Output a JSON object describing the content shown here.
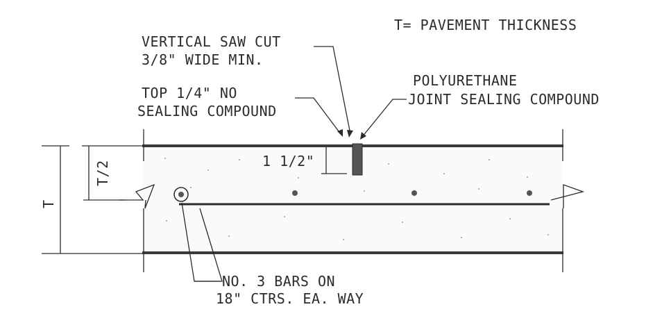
{
  "title": "T= PAVEMENT THICKNESS",
  "labels": {
    "saw_cut_line1": "VERTICAL SAW CUT",
    "saw_cut_line2": "3/8\" WIDE MIN.",
    "top_line1": "TOP 1/4\" NO",
    "top_line2": "SEALING COMPOUND",
    "poly_line1": "POLYURETHANE",
    "poly_line2": "JOINT SEALING COMPOUND",
    "depth": "1 1/2\"",
    "half_thickness": "T/2",
    "thickness": "T",
    "bars_line1": "NO. 3 BARS ON",
    "bars_line2": "18\" CTRS. EA. WAY"
  },
  "colors": {
    "line": "#2b2b2b",
    "sealant": "#555555",
    "background": "#ffffff"
  }
}
